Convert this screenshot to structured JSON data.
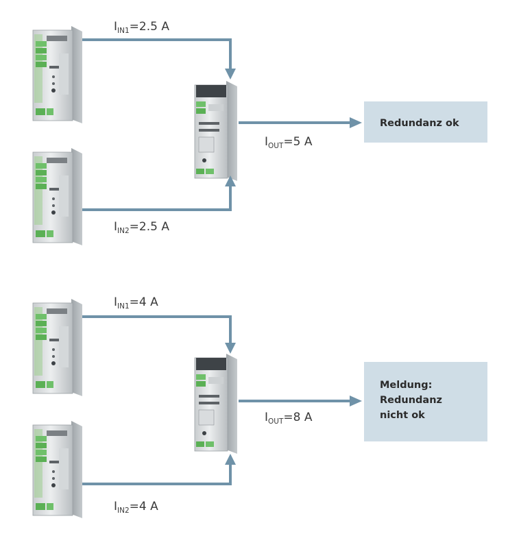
{
  "scenarios": [
    {
      "in1": {
        "base": "I",
        "sub": "IN1",
        "value": "=2.5 A"
      },
      "in2": {
        "base": "I",
        "sub": "IN2",
        "value": "=2.5 A"
      },
      "out": {
        "base": "I",
        "sub": "OUT",
        "value": "=5 A"
      },
      "status_lines": [
        "Redundanz ok"
      ]
    },
    {
      "in1": {
        "base": "I",
        "sub": "IN1",
        "value": "=4 A"
      },
      "in2": {
        "base": "I",
        "sub": "IN2",
        "value": "=4 A"
      },
      "out": {
        "base": "I",
        "sub": "OUT",
        "value": "=8 A"
      },
      "status_lines": [
        "Meldung:",
        "Redundanz",
        "nicht ok"
      ]
    }
  ],
  "colors": {
    "wire": "#6f92a8",
    "status_box": "#cfdde6",
    "device_body": "#dfe2e3",
    "terminal_green": "#6fc06a"
  }
}
